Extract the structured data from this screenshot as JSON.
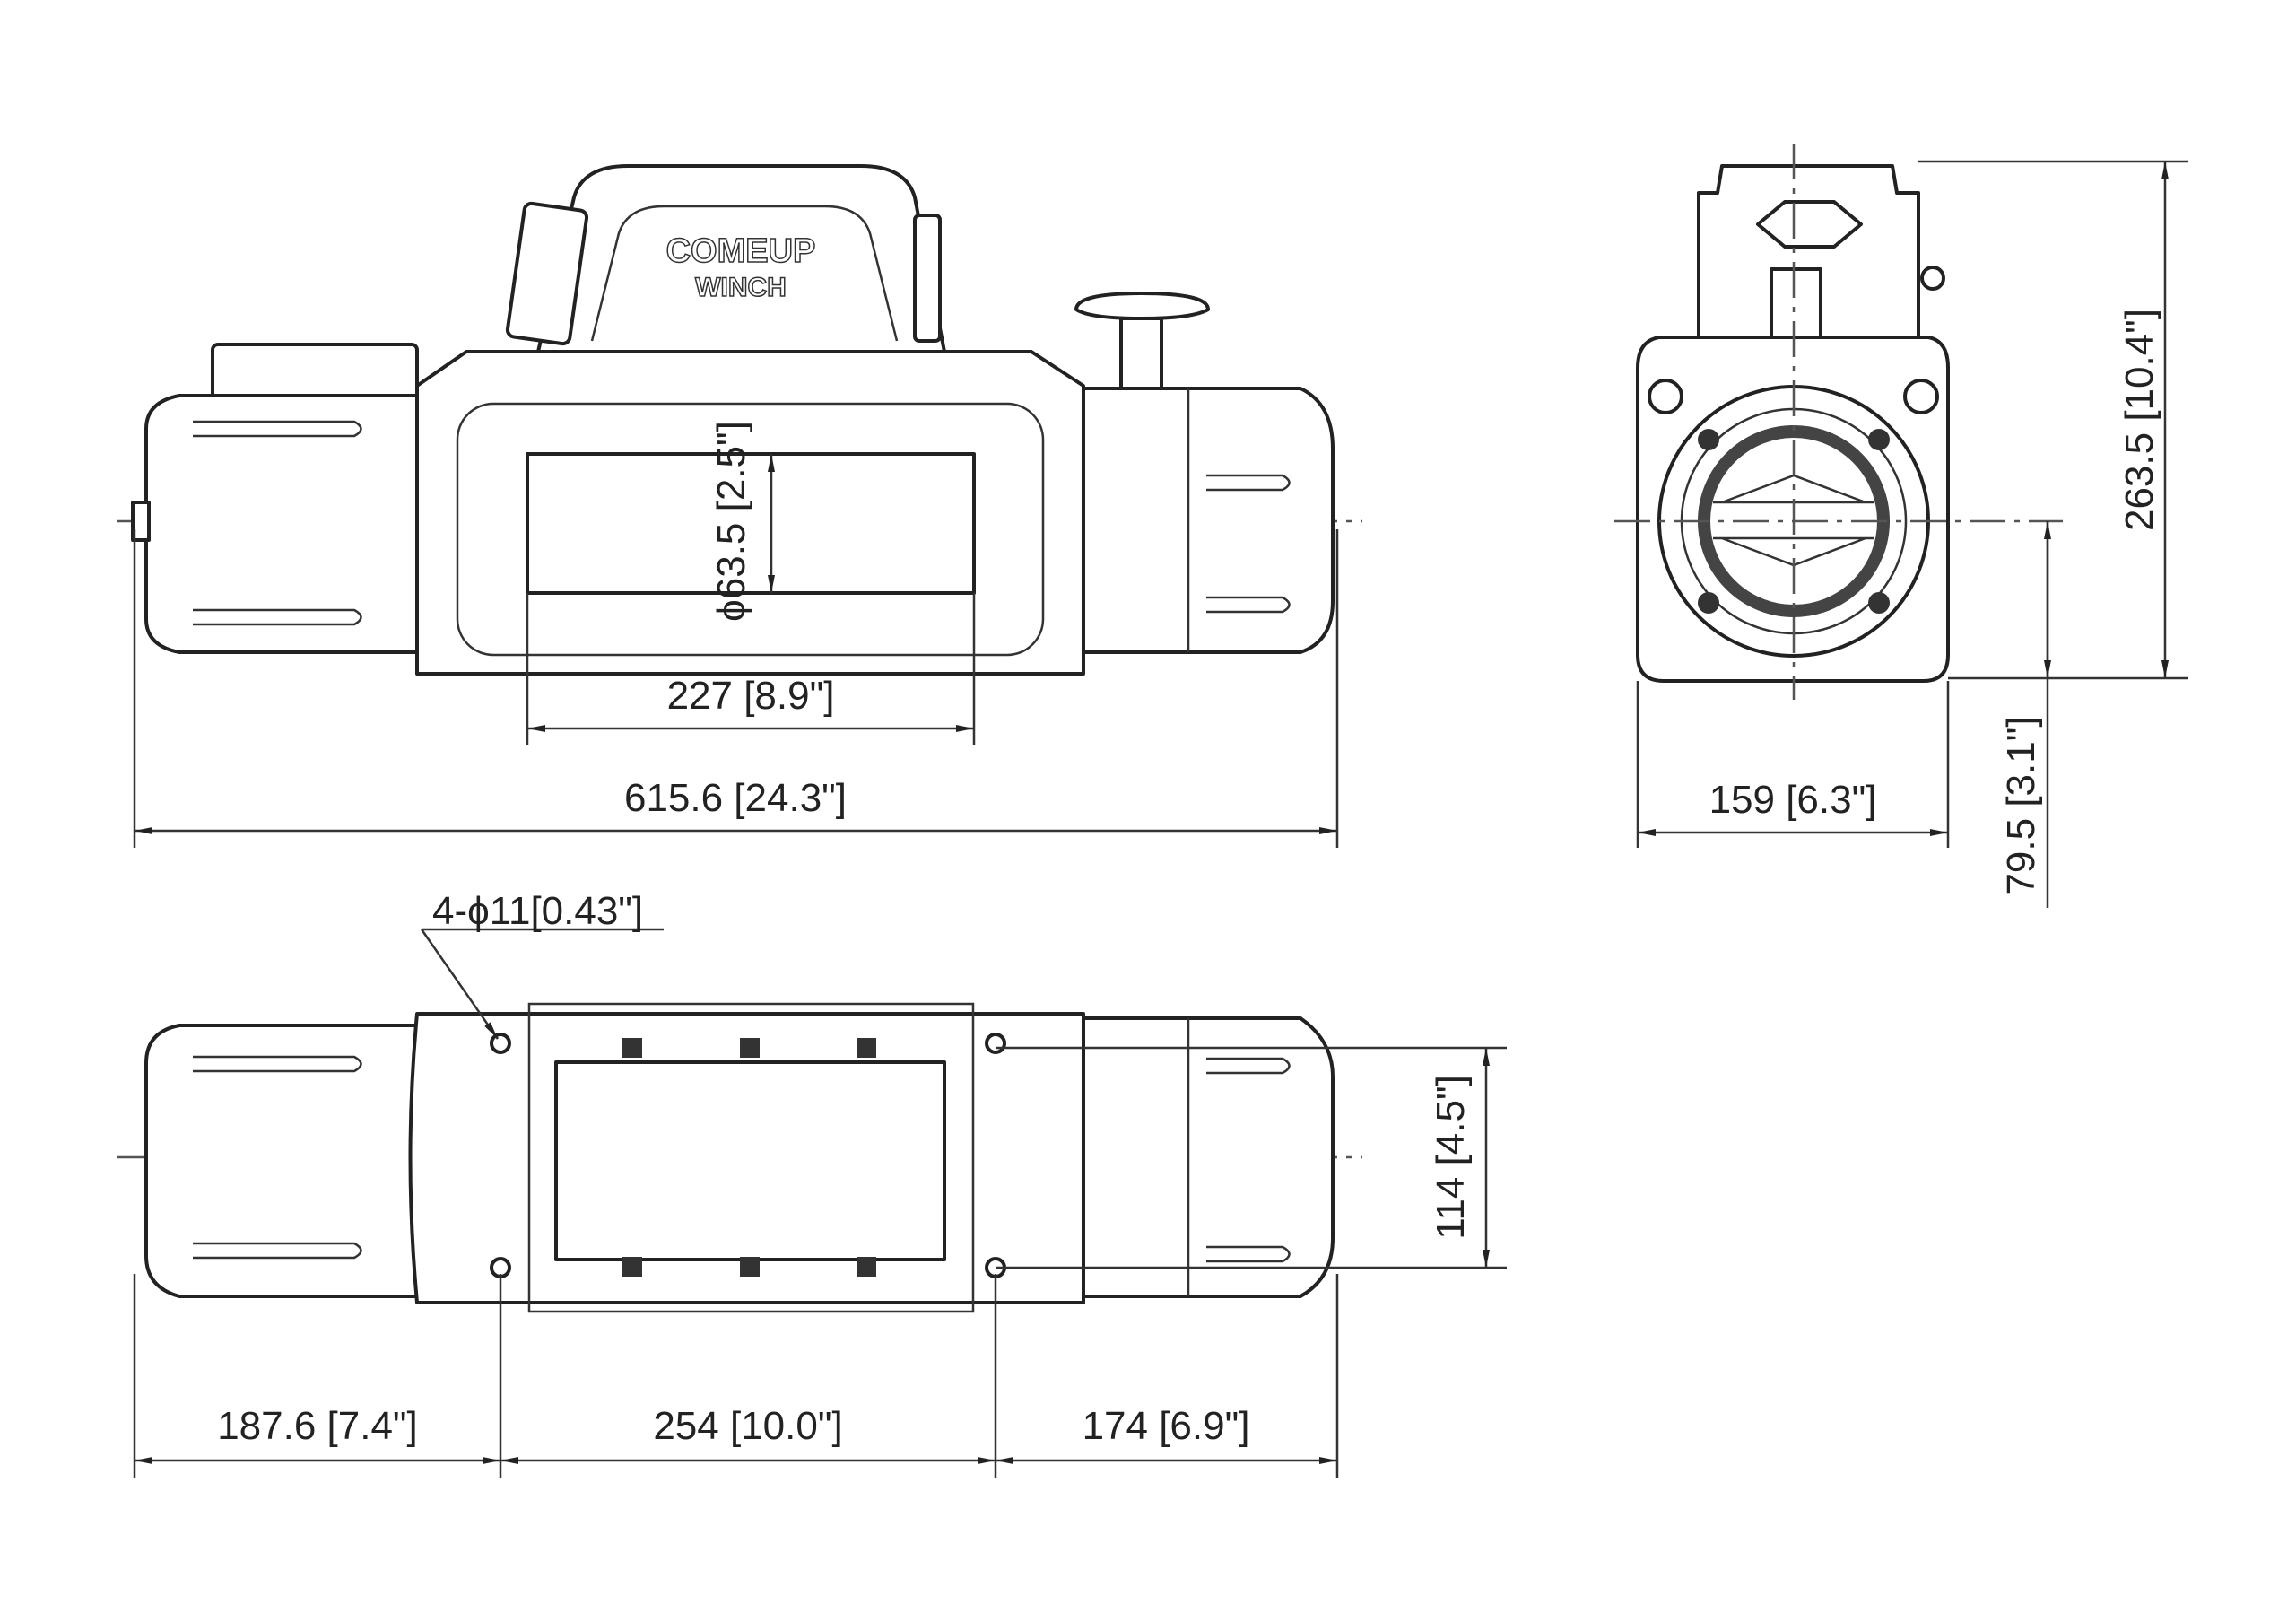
{
  "title": "Winch dimension drawing",
  "logo": {
    "line1": "COMEUP",
    "line2": "WINCH"
  },
  "side_view": {
    "drum_diameter": "ϕ63.5 [2.5\"]",
    "drum_length": "227 [8.9\"]",
    "overall_length": "615.6 [24.3\"]"
  },
  "end_view": {
    "width": "159 [6.3\"]",
    "height": "263.5 [10.4\"]",
    "center_height": "79.5 [3.1\"]"
  },
  "bottom_view": {
    "mount_holes": "4-ϕ11[0.43\"]",
    "mount_width": "114 [4.5\"]",
    "left_offset": "187.6 [7.4\"]",
    "mount_spacing": "254 [10.0\"]",
    "right_offset": "174 [6.9\"]"
  }
}
